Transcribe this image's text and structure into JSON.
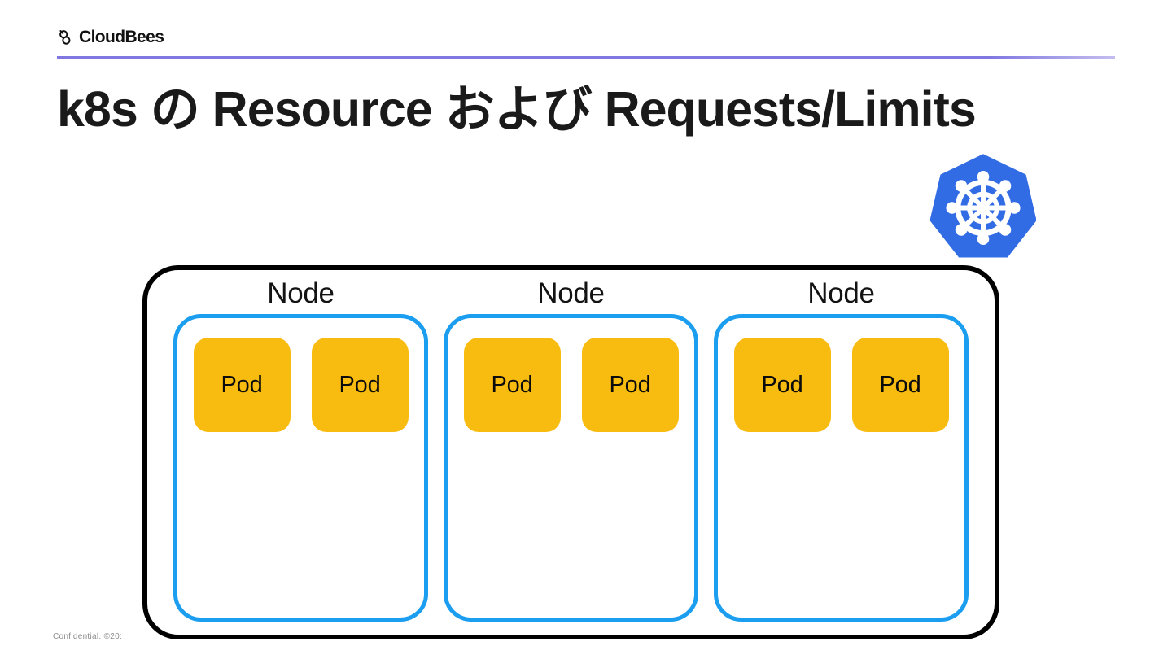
{
  "brand": {
    "logo_icon": "cloudbees-bee-icon",
    "name": "CloudBees",
    "divider_color": "#8077e0"
  },
  "title": "k8s の Resource および Requests/Limits",
  "logo": {
    "icon": "kubernetes-helm-icon",
    "color": "#326ce5"
  },
  "diagram": {
    "type": "cluster-node-pod-diagram",
    "cluster_border_color": "#000000",
    "node_border_color": "#1b9df0",
    "pod_fill_color": "#f8bc11",
    "nodes": [
      {
        "label": "Node",
        "pods": [
          {
            "label": "Pod"
          },
          {
            "label": "Pod"
          }
        ]
      },
      {
        "label": "Node",
        "pods": [
          {
            "label": "Pod"
          },
          {
            "label": "Pod"
          }
        ]
      },
      {
        "label": "Node",
        "pods": [
          {
            "label": "Pod"
          },
          {
            "label": "Pod"
          }
        ]
      }
    ]
  },
  "footer": {
    "text": "Confidential. ©20:"
  }
}
